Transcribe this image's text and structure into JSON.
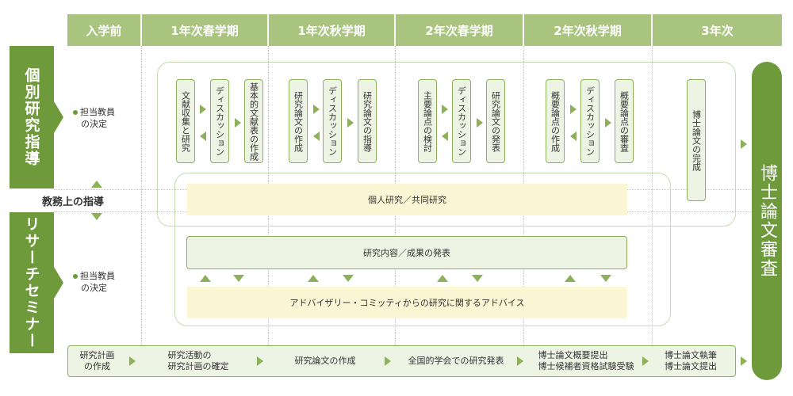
{
  "header": {
    "columns": [
      "入学前",
      "1年次春学期",
      "1年次秋学期",
      "2年次春学期",
      "2年次秋学期",
      "3年次"
    ]
  },
  "side": {
    "top_label": "個別研究指導",
    "bottom_label": "リサーチセミナー",
    "middle_label": "教務上の指導"
  },
  "notes": {
    "advisor_top": [
      "担当教員",
      "の決定"
    ],
    "advisor_bottom": [
      "担当教員",
      "の決定"
    ]
  },
  "steps": [
    "文献収集と研究",
    "ディスカッション",
    "基本的文献表の作成",
    "研究論文の作成",
    "ディスカッション",
    "研究論文の指導",
    "主要論点の検討",
    "ディスカッション",
    "研究論文の発表",
    "概要論点の作成",
    "ディスカッション",
    "概要論点の審査",
    "博士論文の完成"
  ],
  "bands": {
    "individual": "個人研究／共同研究",
    "presentation": "研究内容／成果の発表",
    "advice": "アドバイザリー・コミッティからの研究に関するアドバイス"
  },
  "final": "博士論文審査",
  "bottom": [
    [
      "研究計画",
      "の作成"
    ],
    [
      "研究活動の",
      "研究計画の確定"
    ],
    [
      "研究論文の作成"
    ],
    [
      "全国的学会での研究発表"
    ],
    [
      "博士論文概要提出",
      "博士候補者資格試験受験"
    ],
    [
      "博士論文執筆",
      "博士論文提出"
    ]
  ],
  "colors": {
    "dark_green": "#6f9a3c",
    "light_green": "#a9c47e",
    "pale_green": "#eef4e4",
    "yellow": "#fbf6d4"
  }
}
